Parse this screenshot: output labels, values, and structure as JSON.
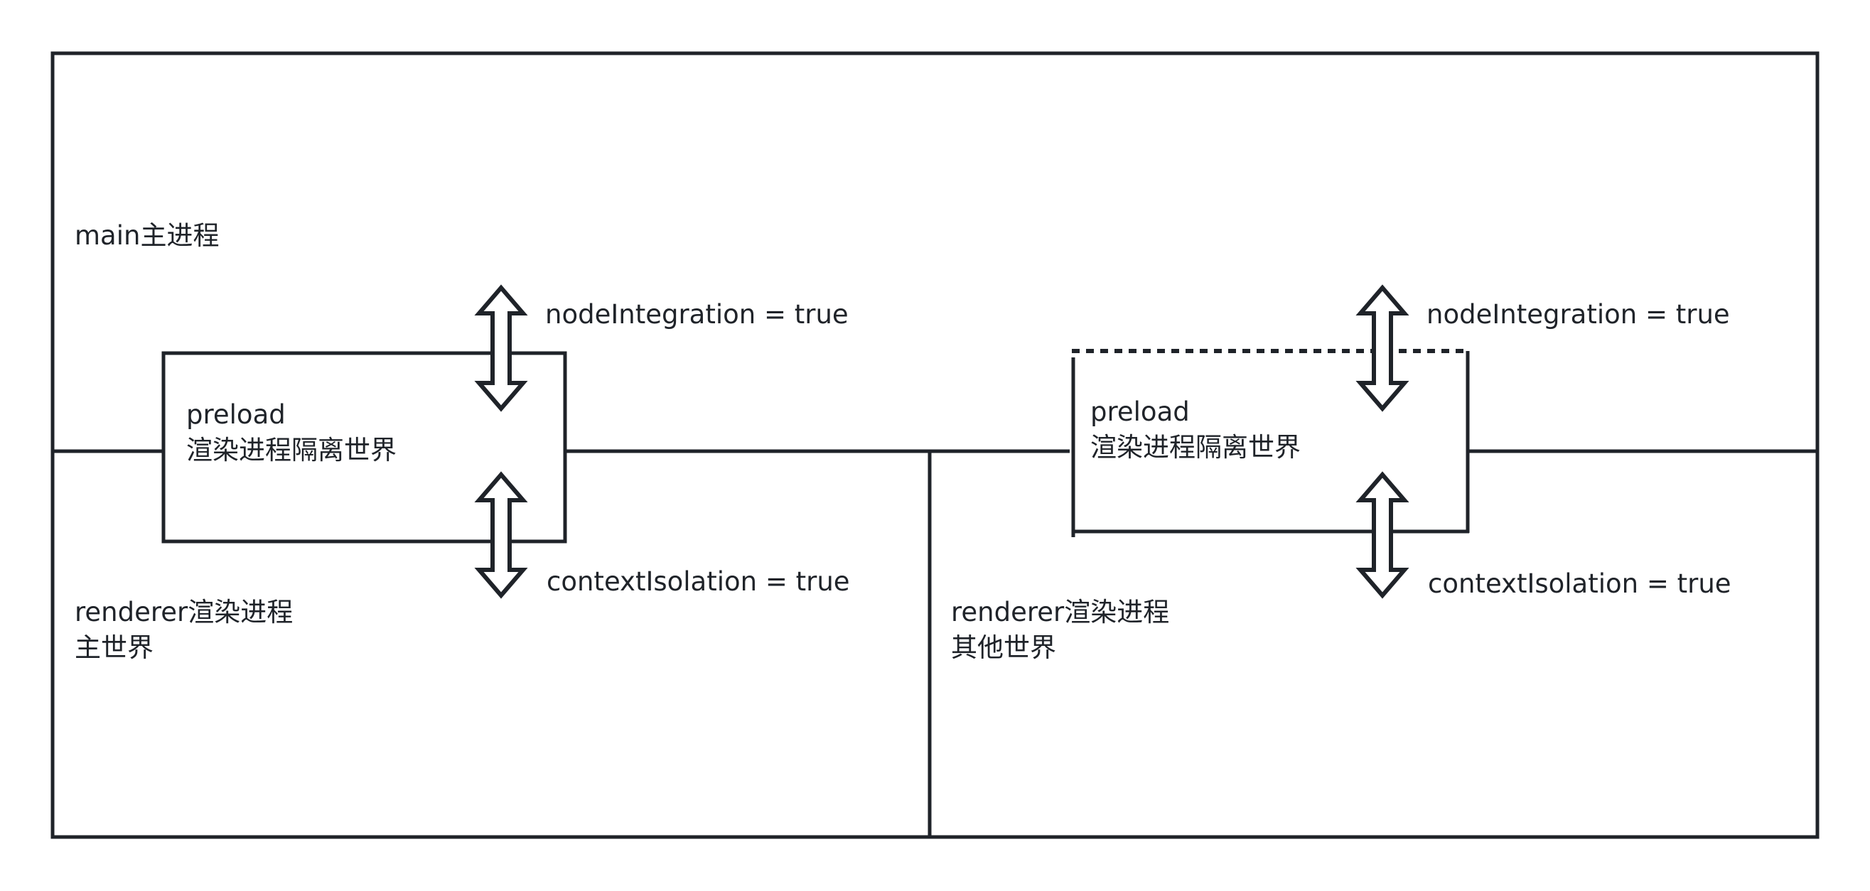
{
  "main_process": {
    "label": "main主进程"
  },
  "left_section": {
    "preload_title": "preload",
    "preload_subtitle": "渲染进程隔离世界",
    "node_integration": "nodeIntegration = true",
    "context_isolation": "contextIsolation = true",
    "renderer_title": "renderer渲染进程",
    "renderer_subtitle": "主世界"
  },
  "right_section": {
    "preload_title": "preload",
    "preload_subtitle": "渲染进程隔离世界",
    "node_integration": "nodeIntegration = true",
    "context_isolation": "contextIsolation = true",
    "renderer_title": "renderer渲染进程",
    "renderer_subtitle": "其他世界"
  },
  "colors": {
    "stroke": "#1f2329",
    "text": "#1f2329",
    "background": "#ffffff"
  },
  "icons": [
    "double-arrow-icon"
  ]
}
